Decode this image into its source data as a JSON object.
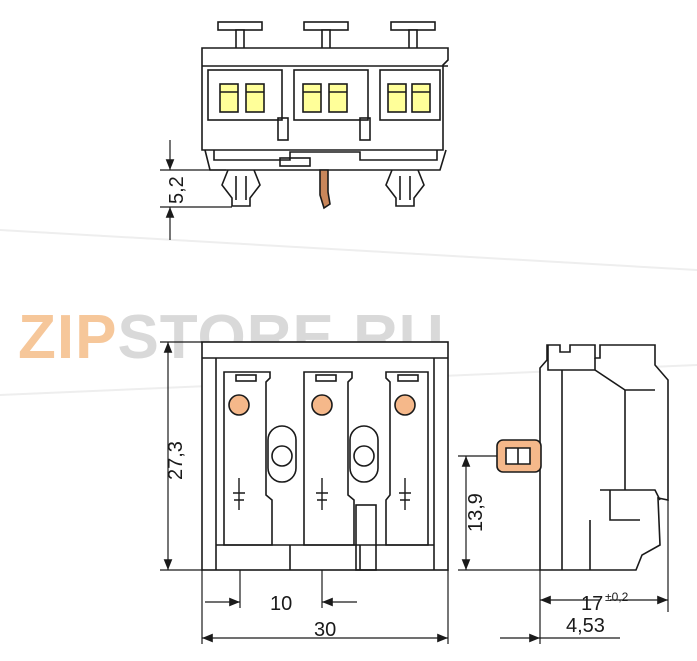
{
  "watermark": {
    "part1": "ZIP",
    "part2": "STORE.RU",
    "color1": "#f6c79a",
    "color2": "#d9d9d9"
  },
  "dimensions": {
    "top_view_height": "5,2",
    "front_height": "27,3",
    "pitch": "10",
    "overall_width": "30",
    "side_height": "13,9",
    "side_depth": "17",
    "side_depth_tolerance": "±0,2",
    "side_offset": "4,53"
  },
  "colors": {
    "line": "#1a1a1a",
    "lever_yellow": "#ffff99",
    "contact_dot": "#f5b88a",
    "pin_brown": "#c9865a"
  }
}
